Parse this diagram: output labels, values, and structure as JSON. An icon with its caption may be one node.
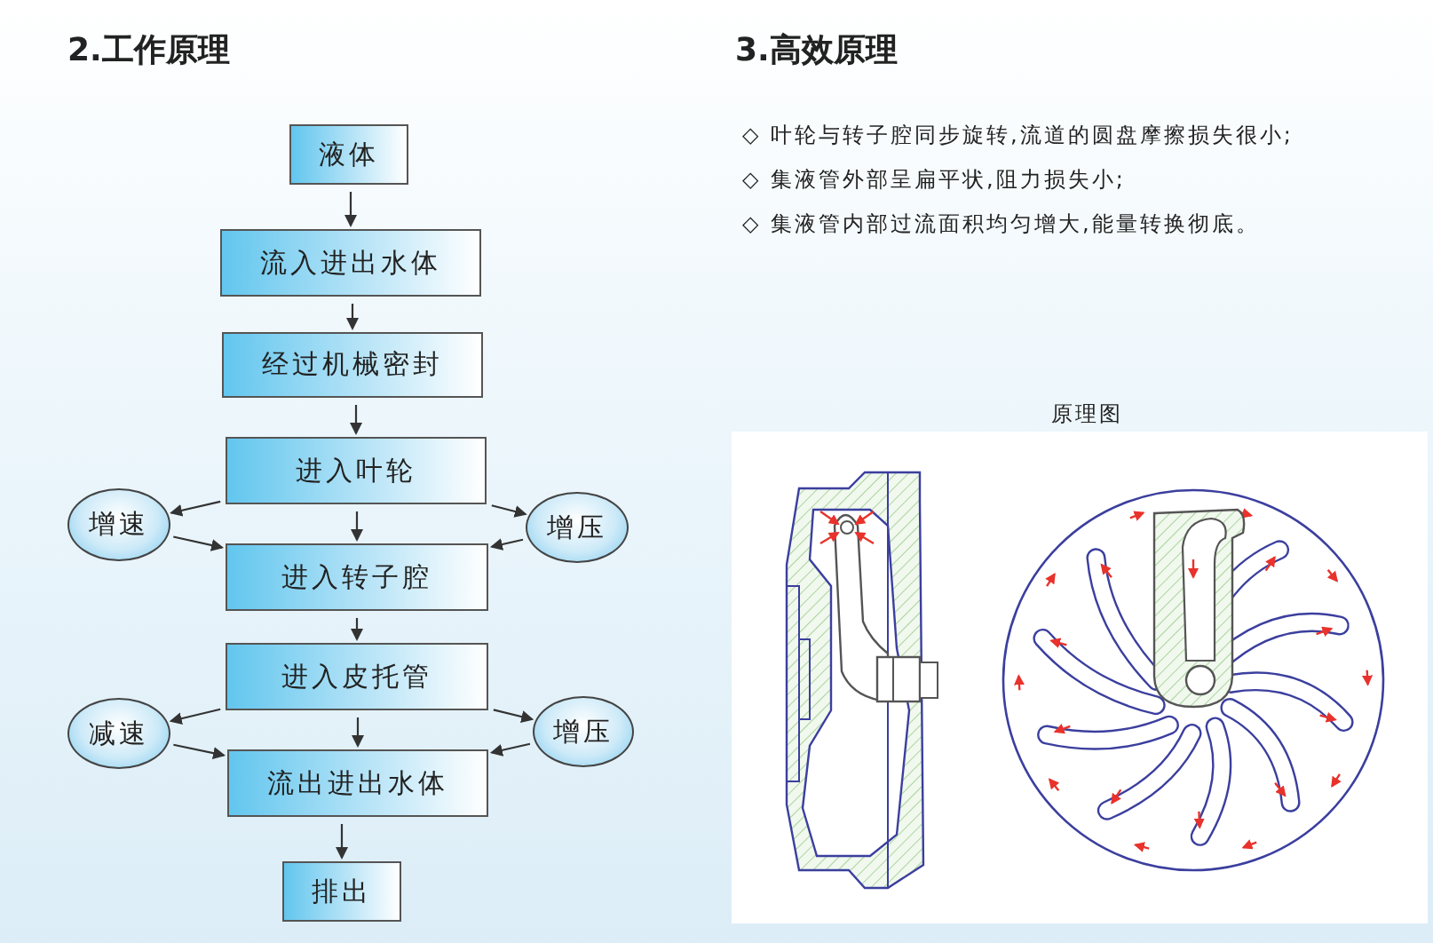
{
  "diagram": {
    "nodes": [
      {
        "text": [
          "液体"
        ]
      },
      {
        "text": [
          "流入进出水体"
        ]
      },
      {
        "text": [
          "经过机械密封"
        ]
      },
      {
        "text": [
          "进入叶轮"
        ]
      },
      {
        "text": [
          "增速"
        ]
      },
      {
        "text": [
          "增压"
        ]
      },
      {
        "text": [
          "进入转子腔"
        ]
      },
      {
        "text": [
          "进入皮托管"
        ]
      },
      {
        "text": [
          "减速"
        ]
      },
      {
        "text": [
          "增压"
        ]
      },
      {
        "text": [
          "流出进出水体"
        ]
      },
      {
        "text": [
          "排出"
        ]
      }
    ],
    "edges": [
      {
        "from": 0,
        "to": 1,
        "arrow": "to"
      },
      {
        "from": 1,
        "to": 2,
        "arrow": "to"
      },
      {
        "from": 2,
        "to": 3,
        "arrow": "to"
      },
      {
        "from": 3,
        "to": 4,
        "arrow": "to"
      },
      {
        "from": 3,
        "to": 5,
        "arrow": "to"
      },
      {
        "from": 3,
        "to": 6,
        "arrow": "to"
      },
      {
        "from": 4,
        "to": 6,
        "arrow": "to"
      },
      {
        "from": 5,
        "to": 6,
        "arrow": "to"
      },
      {
        "from": 6,
        "to": 7,
        "arrow": "to"
      },
      {
        "from": 7,
        "to": 8,
        "arrow": "to"
      },
      {
        "from": 7,
        "to": 9,
        "arrow": "to"
      },
      {
        "from": 7,
        "to": 10,
        "arrow": "to"
      },
      {
        "from": 8,
        "to": 10,
        "arrow": "to"
      },
      {
        "from": 9,
        "to": 10,
        "arrow": "to"
      },
      {
        "from": 10,
        "to": 11,
        "arrow": "to"
      }
    ],
    "labels": [
      "2.工作原理",
      "3.高效原理",
      "◇ 叶轮与转子腔同步旋转,流道的圆盘摩擦损失很小;",
      "◇ 集液管外部呈扁平状,阻力损失小;",
      "◇ 集液管内部过流面积均匀增大,能量转换彻底。",
      "原理图"
    ]
  }
}
